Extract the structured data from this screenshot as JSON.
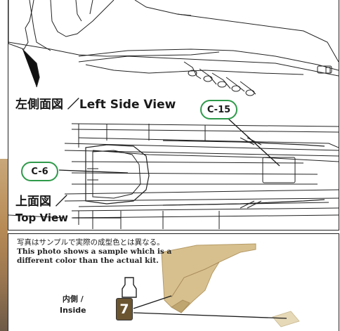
{
  "views": {
    "left_side": "左側面図 ／Left Side View",
    "top_view_jp": "上面図 ／",
    "top_view_en": "Top View"
  },
  "callouts": {
    "part_upper": "C-15",
    "part_lower": "C-6"
  },
  "photo_note": {
    "jp": "写真はサンプルで実際の成型色とは異なる。",
    "en_line1": "This photo shows a sample which is a",
    "en_line2": "different color than the actual kit."
  },
  "inside_label": {
    "jp": "内側 /",
    "en": "Inside"
  },
  "paint": {
    "number": "7",
    "color": "#6b5531"
  },
  "accent_color": "#2f9a4a"
}
